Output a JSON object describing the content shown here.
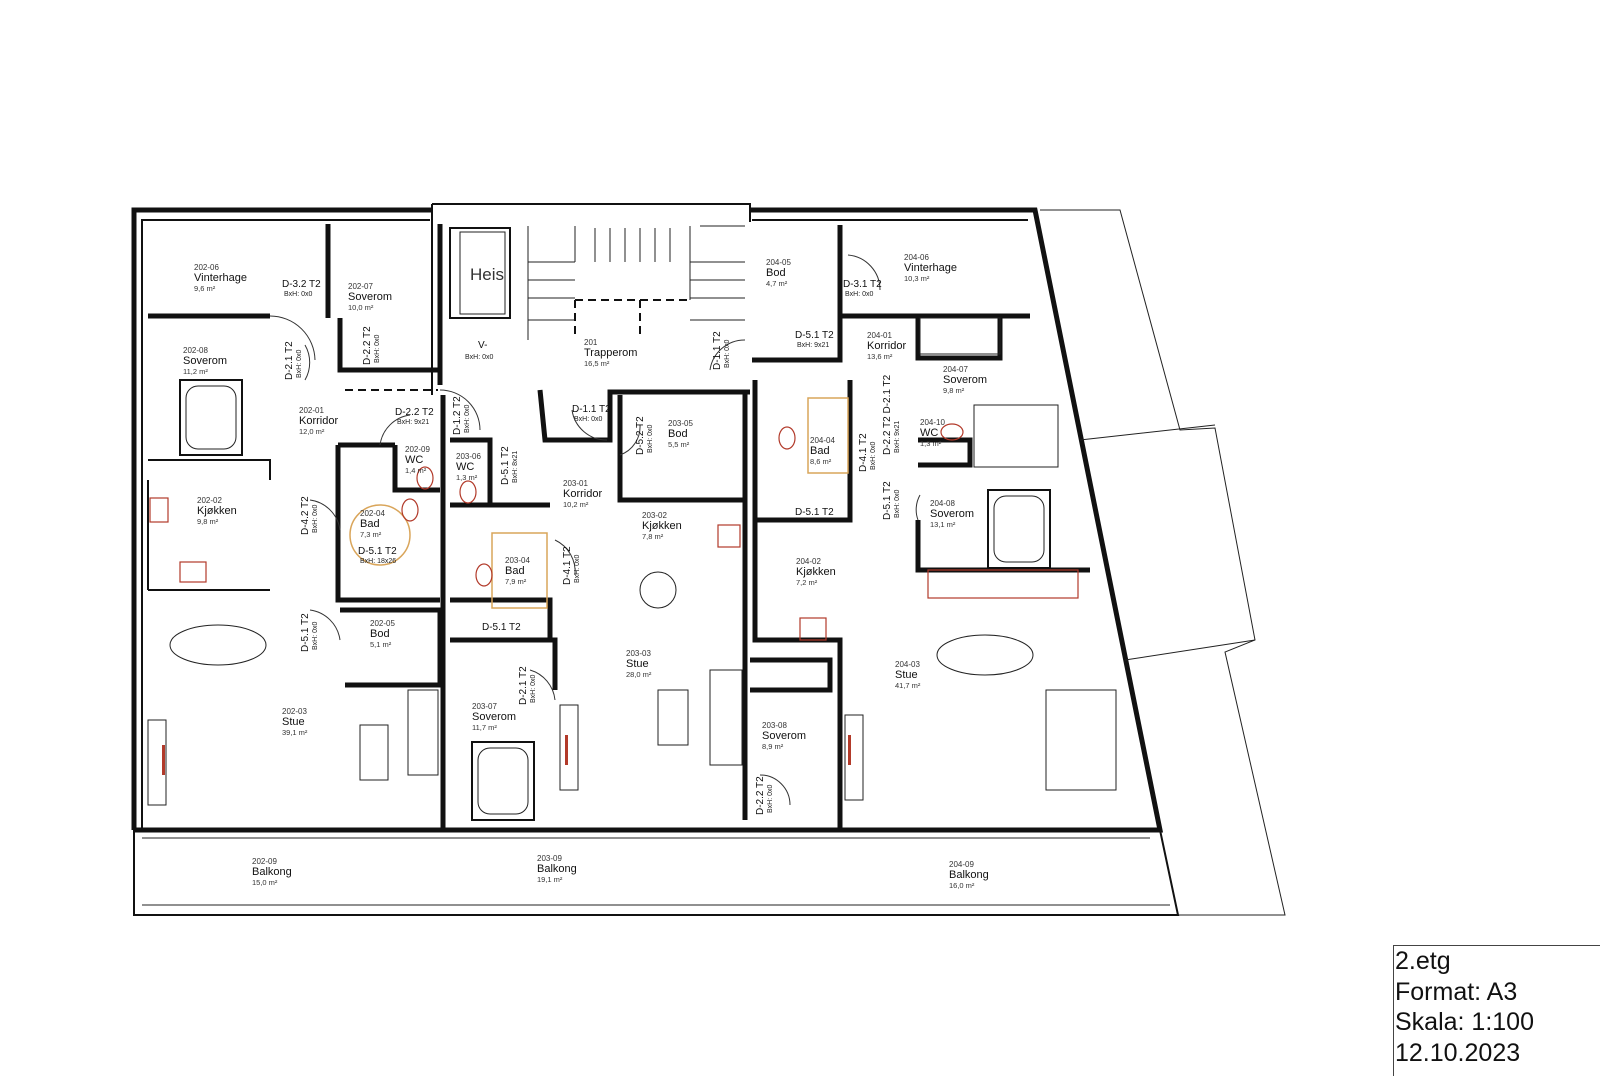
{
  "plan": {
    "elevator_label": "Heis",
    "shaft_label": "V-",
    "shaft_size": "BxH: 0x0",
    "rooms": [
      {
        "id": "202-06",
        "name": "Vinterhage",
        "area": "9,6 m²"
      },
      {
        "id": "202-07",
        "name": "Soverom",
        "area": "10,0 m²"
      },
      {
        "id": "202-08",
        "name": "Soverom",
        "area": "11,2 m²"
      },
      {
        "id": "202-01",
        "name": "Korridor",
        "area": "12,0 m²"
      },
      {
        "id": "202-09",
        "name": "WC",
        "area": "1,4 m²"
      },
      {
        "id": "202-04",
        "name": "Bad",
        "area": "7,3 m²"
      },
      {
        "id": "202-02",
        "name": "Kjøkken",
        "area": "9,8 m²"
      },
      {
        "id": "202-05",
        "name": "Bod",
        "area": "5,1 m²"
      },
      {
        "id": "202-03",
        "name": "Stue",
        "area": "39,1 m²"
      },
      {
        "id": "201",
        "name": "Trapperom",
        "area": "16,5 m²"
      },
      {
        "id": "203-06",
        "name": "WC",
        "area": "1,3 m²"
      },
      {
        "id": "203-01",
        "name": "Korridor",
        "area": "10,2 m²"
      },
      {
        "id": "203-05",
        "name": "Bod",
        "area": "5,5 m²"
      },
      {
        "id": "203-04",
        "name": "Bad",
        "area": "7,9 m²"
      },
      {
        "id": "203-02",
        "name": "Kjøkken",
        "area": "7,8 m²"
      },
      {
        "id": "203-03",
        "name": "Stue",
        "area": "28,0 m²"
      },
      {
        "id": "203-07",
        "name": "Soverom",
        "area": "11,7 m²"
      },
      {
        "id": "203-08",
        "name": "Soverom",
        "area": "8,9 m²"
      },
      {
        "id": "204-05",
        "name": "Bod",
        "area": "4,7 m²"
      },
      {
        "id": "204-06",
        "name": "Vinterhage",
        "area": "10,3 m²"
      },
      {
        "id": "204-01",
        "name": "Korridor",
        "area": "13,6 m²"
      },
      {
        "id": "204-07",
        "name": "Soverom",
        "area": "9,8 m²"
      },
      {
        "id": "204-04",
        "name": "Bad",
        "area": "8,6 m²"
      },
      {
        "id": "204-10",
        "name": "WC",
        "area": "1,3 m²"
      },
      {
        "id": "204-02",
        "name": "Kjøkken",
        "area": "7,2 m²"
      },
      {
        "id": "204-08",
        "name": "Soverom",
        "area": "13,1 m²"
      },
      {
        "id": "204-03",
        "name": "Stue",
        "area": "41,7 m²"
      },
      {
        "id": "202-09",
        "name": "Balkong",
        "area": "15,0 m²"
      },
      {
        "id": "203-09",
        "name": "Balkong",
        "area": "19,1 m²"
      },
      {
        "id": "204-09",
        "name": "Balkong",
        "area": "16,0 m²"
      }
    ],
    "doors": [
      {
        "label": "D-3.2 T2",
        "size": "BxH: 0x0"
      },
      {
        "label": "D-2.1 T2",
        "size": "BxH: 0x0"
      },
      {
        "label": "D-2.2 T2",
        "size": "BxH: 0x0"
      },
      {
        "label": "D-2.2 T2",
        "size": "BxH: 9x21"
      },
      {
        "label": "D-1.2 T2",
        "size": "BxH: 0x0"
      },
      {
        "label": "D-1.1 T2",
        "size": "BxH: 0x0"
      },
      {
        "label": "D-5.1 T2",
        "size": "BxH: 8x21"
      },
      {
        "label": "D-4.2 T2",
        "size": "BxH: 0x0"
      },
      {
        "label": "D-5.1 T2",
        "size": "BxH: 18x26"
      },
      {
        "label": "D-5.1 T2",
        "size": "BxH: 0x0"
      },
      {
        "label": "D-4.1 T2",
        "size": "BxH: 0x0"
      },
      {
        "label": "D-2.1 T2",
        "size": "BxH: 0x0"
      },
      {
        "label": "D-5.2 T2",
        "size": "BxH: 0x0"
      },
      {
        "label": "D-1.1 T2",
        "size": "BxH: 0x0"
      },
      {
        "label": "D-3.1 T2",
        "size": "BxH: 0x0"
      },
      {
        "label": "D-5.1 T2",
        "size": "BxH: 9x21"
      },
      {
        "label": "D-2.2 T2 D-2.1 T2",
        "size": "BxH: 9x21"
      },
      {
        "label": "D-4.1 T2",
        "size": "BxH: 0x0"
      },
      {
        "label": "D-5.1 T2",
        "size": "BxH: 0x0"
      },
      {
        "label": "D-2.2 T2",
        "size": "BxH: 0x0"
      },
      {
        "label": "D-5.1 T2",
        "size": ""
      },
      {
        "label": "D-5.1 T2",
        "size": ""
      }
    ]
  },
  "title_block": {
    "floor": "2.etg",
    "format": "Format: A3",
    "scale": "Skala: 1:100",
    "date": "12.10.2023"
  },
  "colors": {
    "wall": "#111111",
    "fixture": "#b23a2a",
    "bath_zone": "#d9a55a",
    "plumbing": "#2a2ad0"
  }
}
